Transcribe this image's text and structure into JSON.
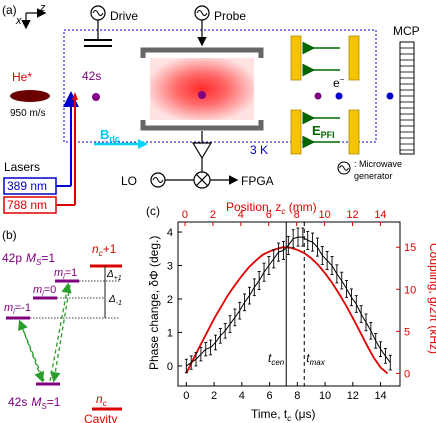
{
  "panel_a": {
    "label": "(a)",
    "axis_z": "z",
    "axis_x": "x",
    "drive": "Drive",
    "probe": "Probe",
    "mcp": "MCP",
    "he": "He*",
    "he_speed": "950 m/s",
    "state_42s": "42s",
    "bdc": "B",
    "bdc_sub": "dc",
    "electron": "e",
    "electron_sup": "−",
    "epfi": "E",
    "epfi_sub": "PFI",
    "temp": "3 K",
    "lasers": "Lasers",
    "laser_389": "389 nm",
    "laser_788": "788 nm",
    "lo": "LO",
    "fpga": "FPGA",
    "mw_1": "Microwave",
    "mw_2": "generator",
    "colors": {
      "blue": "#0000cc",
      "red": "#dd0000",
      "green": "#006600",
      "purple": "#800080",
      "yellow": "#f5c300"
    }
  },
  "panel_b": {
    "label": "(b)",
    "level_42p": "42p",
    "ms_top": "M",
    "ms_top_sub": "S",
    "ms_top_val": "=1",
    "ml_p1": "m",
    "ml_p1_sub": "l",
    "ml_p1_val": "=1",
    "ml_0": "m",
    "ml_0_sub": "l",
    "ml_0_val": "=0",
    "ml_m1": "m",
    "ml_m1_sub": "l",
    "ml_m1_val": "=-1",
    "nc_p1": "n",
    "nc_p1_sub": "c",
    "nc_p1_val": "+1",
    "delta_p1": "Δ",
    "delta_p1_sub": "+1",
    "delta_m1": "Δ",
    "delta_m1_sub": "-1",
    "level_42s": "42s",
    "ms_bot": "M",
    "ms_bot_sub": "S",
    "ms_bot_val": "=1",
    "cavity": "Cavity",
    "nc": "n",
    "nc_sub": "c"
  },
  "chart_data": {
    "type": "line",
    "panel_label": "(c)",
    "xlabel": "Time, t",
    "xlabel_sub": "c",
    "xlabel_unit": " (μs)",
    "ylabel": "Phase change, δΦ (deg.)",
    "ylabel_right": "Coupling, g/2π (kHz)",
    "xlabel_top": "Position, z",
    "xlabel_top_sub": "c",
    "xlabel_top_unit": " (mm)",
    "xlim": [
      -0.6,
      15.4
    ],
    "ylim": [
      -0.6,
      4.3
    ],
    "ylim_right": [
      -1.5,
      18
    ],
    "xlim_top": [
      -0.5,
      15.4
    ],
    "xticks": [
      "0",
      "2",
      "4",
      "6",
      "8",
      "10",
      "12",
      "14"
    ],
    "yticks": [
      "0",
      "1",
      "2",
      "3",
      "4"
    ],
    "yticks_right": [
      "0",
      "5",
      "10",
      "15"
    ],
    "xticks_top": [
      "0",
      "2",
      "4",
      "6",
      "8",
      "10",
      "12",
      "14"
    ],
    "t_cen": {
      "label": "t",
      "sub": "cen",
      "x": 7.2
    },
    "t_max": {
      "label": "t",
      "sub": "max",
      "x": 8.5
    },
    "series": [
      {
        "role": "phase-change-data",
        "color": "#000000",
        "x": [
          0,
          0.35,
          0.7,
          1.05,
          1.4,
          1.75,
          2.1,
          2.45,
          2.8,
          3.15,
          3.5,
          3.85,
          4.2,
          4.55,
          4.9,
          5.25,
          5.6,
          5.95,
          6.3,
          6.65,
          7.0,
          7.35,
          7.7,
          8.05,
          8.4,
          8.75,
          9.1,
          9.45,
          9.8,
          10.15,
          10.5,
          10.85,
          11.2,
          11.55,
          11.9,
          12.25,
          12.6,
          12.95,
          13.3,
          13.65,
          14.0,
          14.35,
          14.7
        ],
        "y": [
          0,
          0.1,
          0.2,
          0.35,
          0.5,
          0.55,
          0.7,
          0.9,
          1.05,
          1.25,
          1.45,
          1.65,
          1.9,
          2.1,
          2.35,
          2.55,
          2.8,
          3.0,
          3.2,
          3.4,
          3.45,
          3.6,
          3.8,
          3.85,
          3.85,
          3.75,
          3.7,
          3.55,
          3.3,
          3.15,
          3.0,
          2.75,
          2.55,
          2.3,
          2.05,
          1.85,
          1.55,
          1.3,
          1.05,
          0.75,
          0.5,
          0.3,
          0.1
        ],
        "err": [
          0.2,
          0.2,
          0.2,
          0.2,
          0.2,
          0.22,
          0.22,
          0.22,
          0.22,
          0.25,
          0.25,
          0.25,
          0.25,
          0.25,
          0.25,
          0.27,
          0.27,
          0.27,
          0.27,
          0.27,
          0.27,
          0.27,
          0.27,
          0.27,
          0.27,
          0.27,
          0.27,
          0.27,
          0.27,
          0.27,
          0.27,
          0.27,
          0.25,
          0.25,
          0.25,
          0.25,
          0.25,
          0.25,
          0.25,
          0.22,
          0.22,
          0.22,
          0.22
        ]
      },
      {
        "role": "coupling-curve",
        "color": "#e00000",
        "axis": "right",
        "x": [
          0,
          0.5,
          1,
          1.5,
          2,
          2.5,
          3,
          3.5,
          4,
          4.5,
          5,
          5.5,
          6,
          6.5,
          7,
          7.25,
          7.5,
          8,
          8.5,
          9,
          9.5,
          10,
          10.5,
          11,
          11.5,
          12,
          12.5,
          13,
          13.5,
          14,
          14.5
        ],
        "y": [
          0,
          1.7,
          3.3,
          4.9,
          6.5,
          7.9,
          9.3,
          10.5,
          11.6,
          12.6,
          13.4,
          14.1,
          14.5,
          14.8,
          15.0,
          15.0,
          14.95,
          14.7,
          14.3,
          13.7,
          12.9,
          11.9,
          10.8,
          9.5,
          8.1,
          6.6,
          5.0,
          3.4,
          1.9,
          0.7,
          0
        ]
      }
    ]
  }
}
